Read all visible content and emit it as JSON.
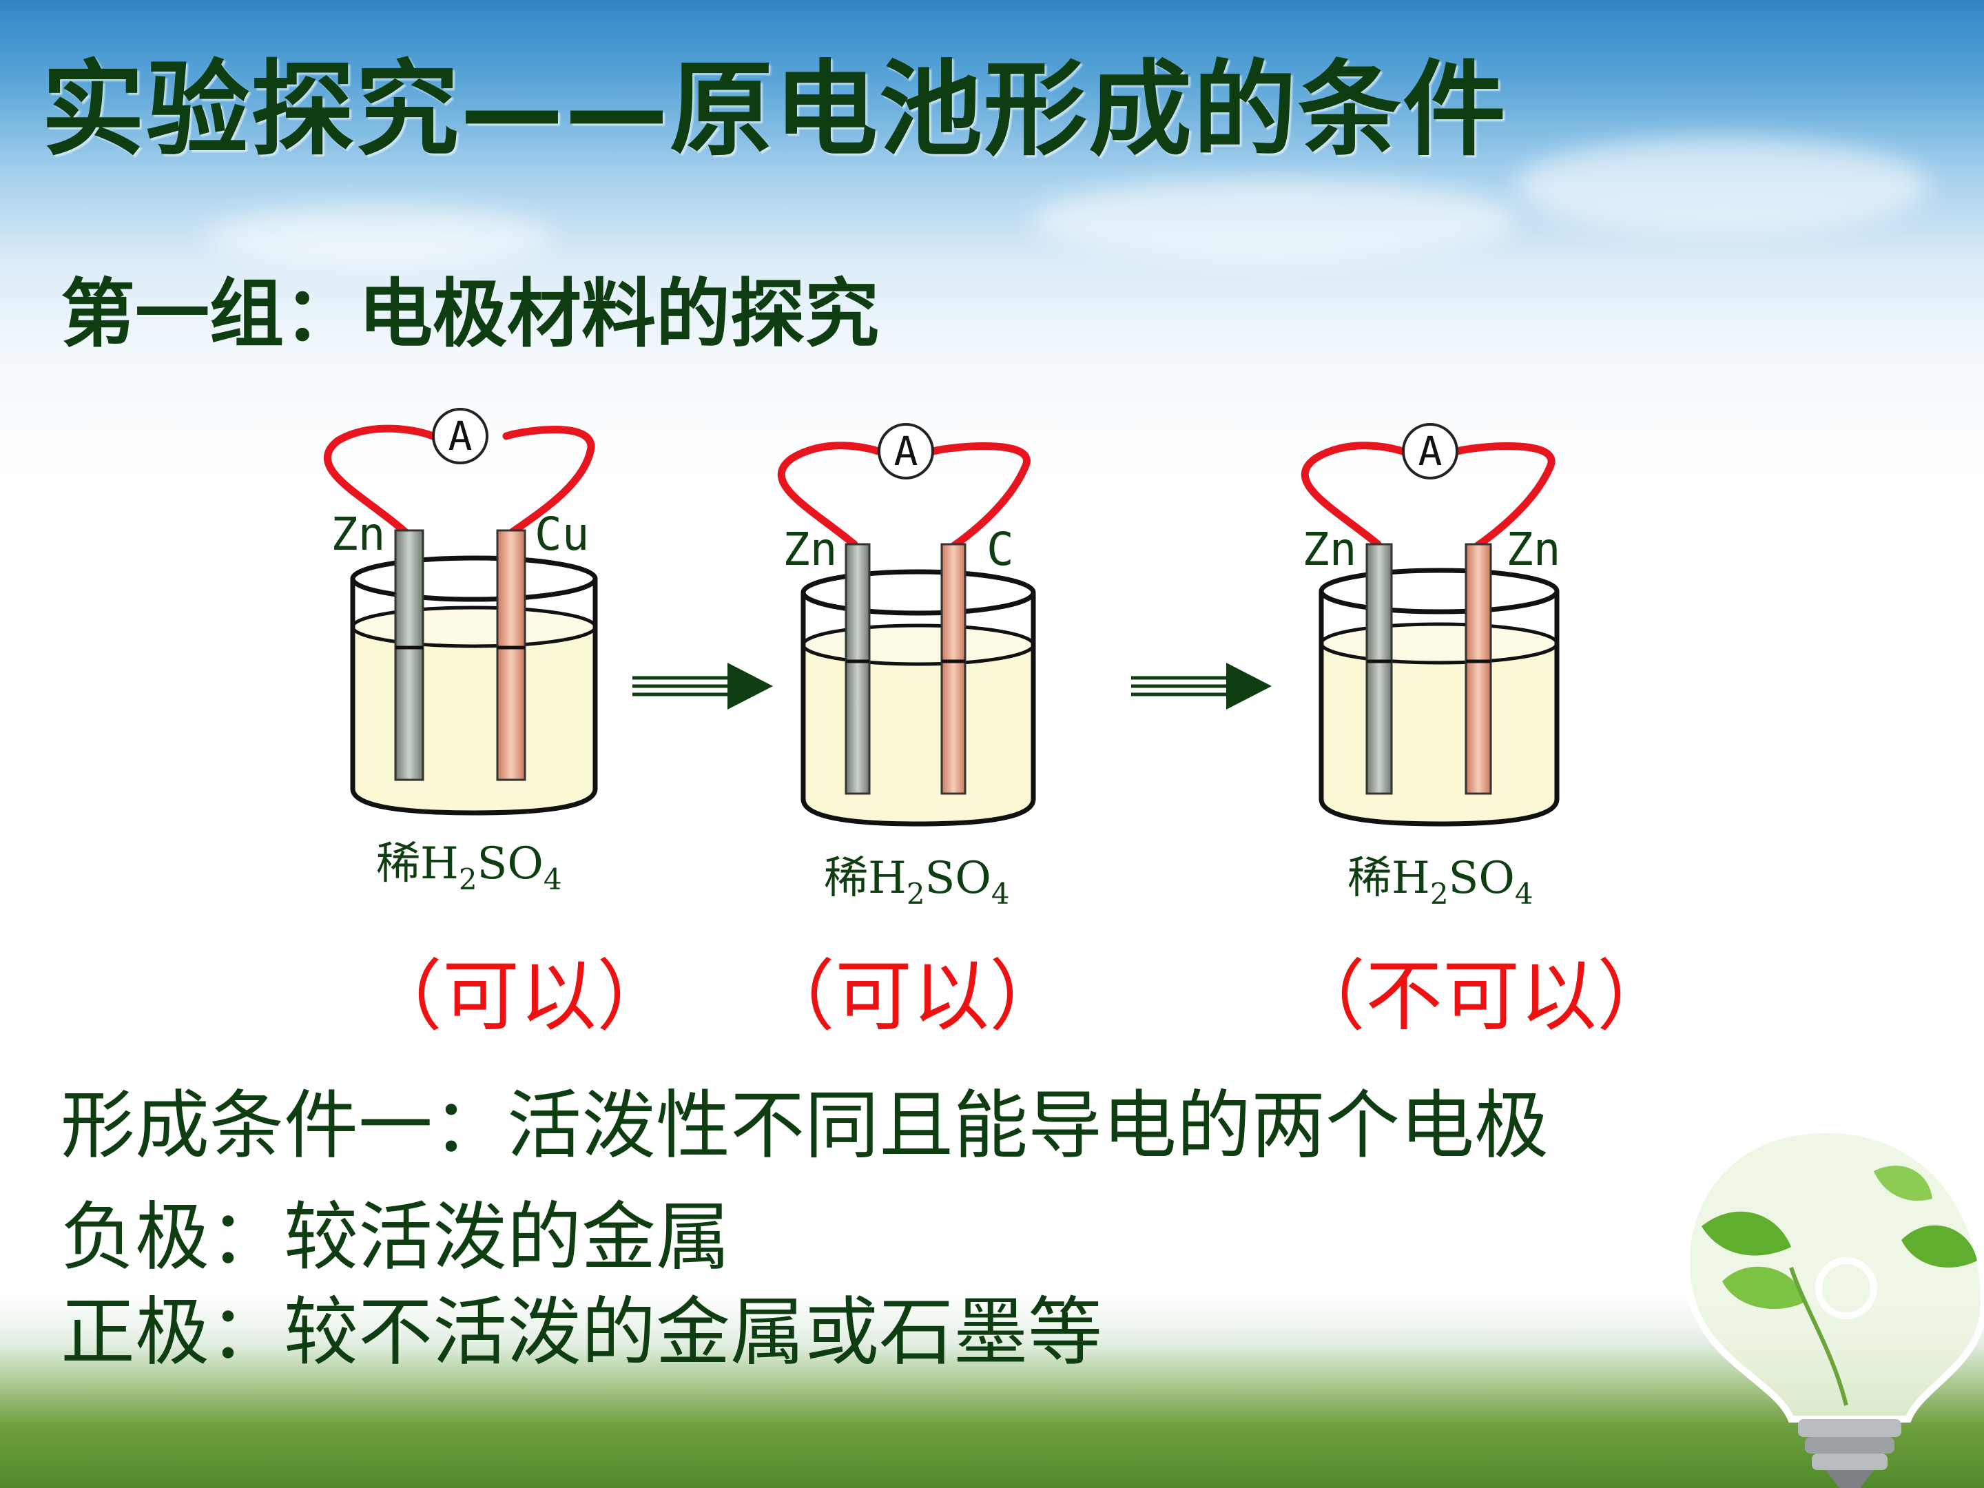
{
  "title": "实验探究——原电池形成的条件",
  "subtitle": "第一组：电极材料的探究",
  "ammeter_label": "A",
  "cells": [
    {
      "left_electrode": "Zn",
      "right_electrode": "Cu",
      "solution_prefix": "稀",
      "solution_formula": [
        "H",
        "2",
        "SO",
        "4"
      ],
      "result": "（可以）"
    },
    {
      "left_electrode": "Zn",
      "right_electrode": "C",
      "solution_prefix": "稀",
      "solution_formula": [
        "H",
        "2",
        "SO",
        "4"
      ],
      "result": "（可以）"
    },
    {
      "left_electrode": "Zn",
      "right_electrode": "Zn",
      "solution_prefix": "稀",
      "solution_formula": [
        "H",
        "2",
        "SO",
        "4"
      ],
      "result": "（不可以）"
    }
  ],
  "conclusion": "形成条件一：活泼性不同且能导电的两个电极",
  "negative": "负极：较活泼的金属",
  "positive": "正极：较不活泼的金属或石墨等",
  "colors": {
    "title": "#0f3d12",
    "wire": "#e8141e",
    "result": "#ee1111",
    "solution": "#fbf8d6",
    "zinc": "#9aa59a",
    "copper": "#e7a58a"
  }
}
